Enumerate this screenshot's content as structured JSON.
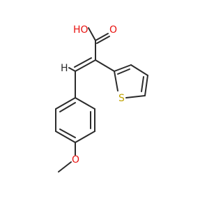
{
  "molecule": {
    "atom_labels": {
      "hydroxyl": "HO",
      "carbonyl_oxygen": "O",
      "vinyl_hydrogen": "H",
      "thiophene_sulfur": "S",
      "ether_oxygen": "O"
    },
    "colors": {
      "bond": "#2b2b2b",
      "oxygen": "#e8120f",
      "sulfur": "#bfa200",
      "hydrogen": "#2b2b2b"
    }
  }
}
